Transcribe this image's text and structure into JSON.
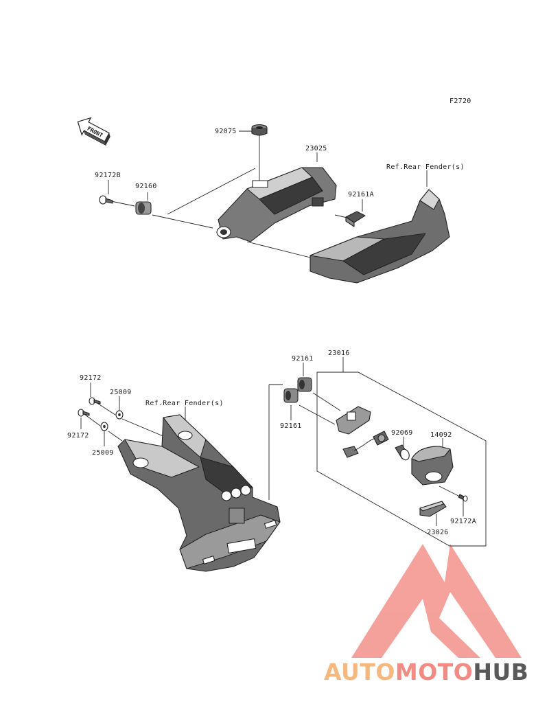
{
  "diagram_code": "F2720",
  "front_label": "FRONT",
  "references": {
    "rear_fender_top": "Ref.Rear Fender(s)",
    "rear_fender_bottom": "Ref.Rear Fender(s)"
  },
  "parts_top": {
    "p92075": "92075",
    "p23025": "23025",
    "p92172B": "92172B",
    "p92160": "92160",
    "p92161A": "92161A"
  },
  "parts_bottom": {
    "p92172_upper": "92172",
    "p25009_upper": "25009",
    "p92172_lower": "92172",
    "p25009_lower": "25009",
    "p92161_upper": "92161",
    "p23016": "23016",
    "p92161_lower": "92161",
    "p92069": "92069",
    "p14092": "14092",
    "p92172A": "92172A",
    "p23026": "23026"
  },
  "watermark": {
    "part1": "AUTO",
    "part2": "MOTO",
    "part3": "HUB",
    "colors": {
      "auto": "#f6b87f",
      "moto": "#f28b84",
      "hub": "#595959",
      "logo": "#f39a92"
    }
  }
}
